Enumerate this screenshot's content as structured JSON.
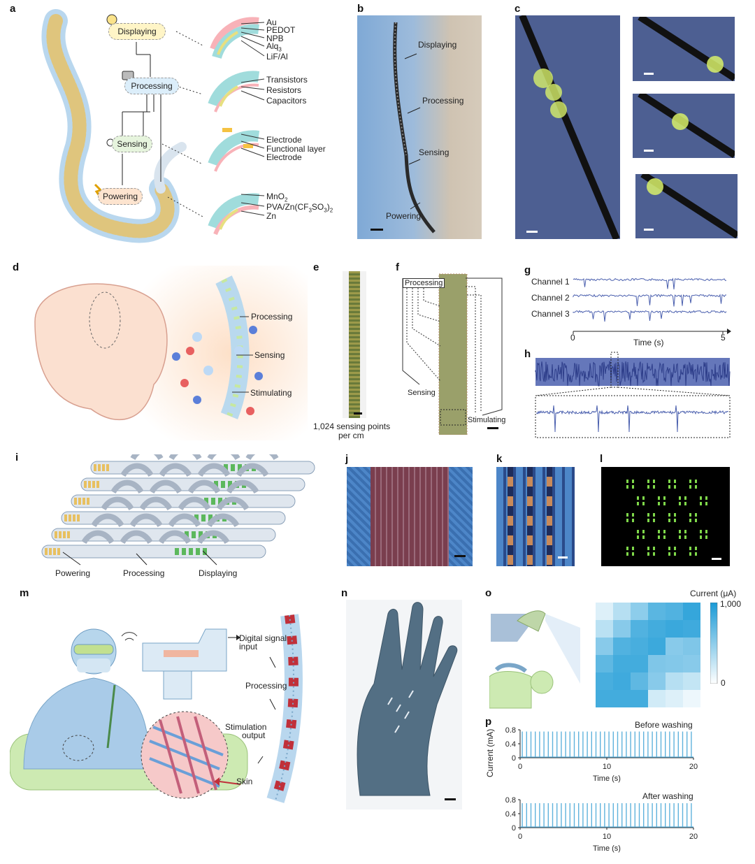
{
  "panels": {
    "a": {
      "label": "a",
      "modules": [
        "Displaying",
        "Processing",
        "Sensing",
        "Powering"
      ],
      "display_layers": [
        "Au",
        "PEDOT",
        "NPB",
        "Alq",
        "LiF/Al"
      ],
      "display_layer_sub": "3",
      "processing_layers": [
        "Transistors",
        "Resistors",
        "Capacitors"
      ],
      "sensing_layers": [
        "Electrode",
        "Functional layer",
        "Electrode"
      ],
      "powering_layers": [
        "MnO",
        "PVA/Zn(CF",
        "Zn"
      ],
      "powering_sub1": "2",
      "powering_sub2": "3",
      "powering_mid": "SO",
      "powering_sub3": "3",
      "powering_end": ")",
      "powering_sub4": "2"
    },
    "b": {
      "label": "b",
      "labels": [
        "Displaying",
        "Processing",
        "Sensing",
        "Powering"
      ]
    },
    "c": {
      "label": "c"
    },
    "d": {
      "label": "d",
      "labels": [
        "Processing",
        "Sensing",
        "Stimulating"
      ]
    },
    "e": {
      "label": "e",
      "caption_line1": "1,024 sensing points",
      "caption_line2": "per cm"
    },
    "f": {
      "label": "f",
      "labels": [
        "Processing",
        "Sensing",
        "Stimulating"
      ]
    },
    "g": {
      "label": "g",
      "channels": [
        "Channel 1",
        "Channel 2",
        "Channel 3"
      ],
      "xlabel": "Time (s)",
      "x_ticks": [
        "0",
        "5"
      ]
    },
    "h": {
      "label": "h"
    },
    "i": {
      "label": "i",
      "labels": [
        "Powering",
        "Processing",
        "Displaying"
      ]
    },
    "j": {
      "label": "j"
    },
    "k": {
      "label": "k"
    },
    "l": {
      "label": "l"
    },
    "m": {
      "label": "m",
      "labels": [
        "Digital signal",
        "input",
        "Processing",
        "Stimulation",
        "output",
        "Skin"
      ]
    },
    "n": {
      "label": "n"
    },
    "o": {
      "label": "o",
      "colorbar_title": "Current (μA)",
      "colorbar_max": "1,000",
      "colorbar_min": "0"
    },
    "p": {
      "label": "p"
    }
  },
  "colors": {
    "display_green": "#7fd84a",
    "sky_blue": "#7fa9d6",
    "plot_blue": "#4a5fae",
    "heat_blue": "#1a9ad6",
    "light_blue_trace": "#5fb2dc"
  },
  "chart_data": [
    {
      "id": "o-heatmap",
      "type": "heatmap",
      "title": "",
      "colorbar_label": "Current (μA)",
      "range": [
        0,
        1000
      ],
      "values": [
        [
          150,
          320,
          500,
          720,
          760,
          880
        ],
        [
          300,
          520,
          760,
          820,
          860,
          840
        ],
        [
          520,
          760,
          800,
          850,
          520,
          560
        ],
        [
          700,
          820,
          820,
          560,
          540,
          520
        ],
        [
          800,
          840,
          700,
          520,
          320,
          260
        ],
        [
          820,
          820,
          820,
          200,
          150,
          80
        ]
      ]
    },
    {
      "id": "p-before",
      "type": "line",
      "title": "Before washing",
      "xlabel": "Time (s)",
      "ylabel": "Current (mA)",
      "xlim": [
        0,
        20
      ],
      "ylim": [
        0,
        0.8
      ],
      "x_ticks": [
        0,
        10,
        20
      ],
      "y_ticks": [
        0,
        0.4,
        0.8
      ],
      "pulse_count": 40,
      "pulse_amplitude": 0.75
    },
    {
      "id": "p-after",
      "type": "line",
      "title": "After washing",
      "xlabel": "Time (s)",
      "ylabel": "Current (mA)",
      "xlim": [
        0,
        20
      ],
      "ylim": [
        0,
        0.8
      ],
      "x_ticks": [
        0,
        10,
        20
      ],
      "y_ticks": [
        0,
        0.4,
        0.8
      ],
      "pulse_count": 40,
      "pulse_amplitude": 0.7
    }
  ]
}
